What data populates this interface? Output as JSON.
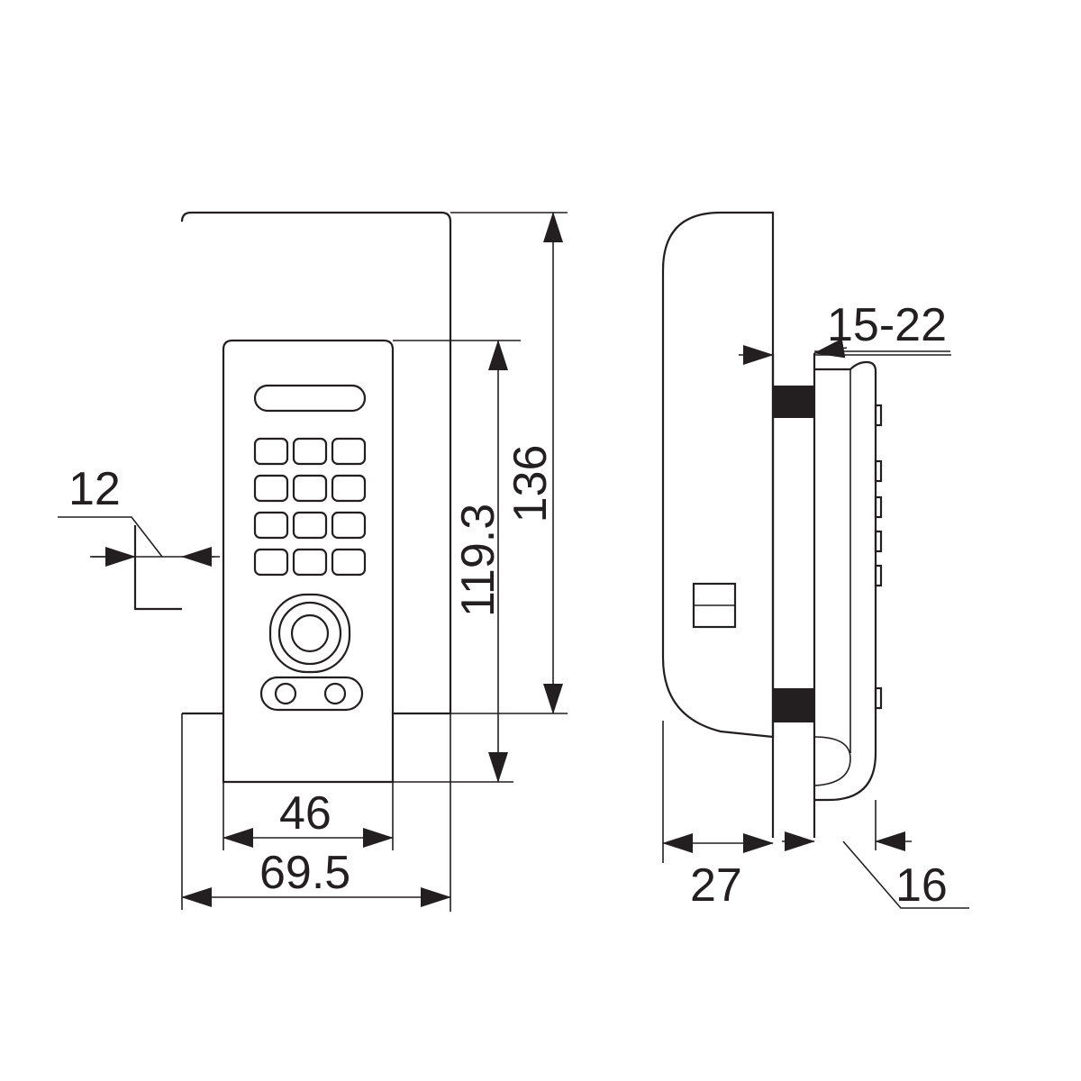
{
  "dimensions": {
    "front_total_width": "69.5",
    "keypad_width": "46",
    "front_total_height": "136",
    "keypad_height": "119.3",
    "bolt_thickness": "12",
    "side_depth": "27",
    "door_thickness_range": "15-22",
    "keypad_depth": "16"
  },
  "colors": {
    "line": "#231f20",
    "background": "#ffffff"
  }
}
